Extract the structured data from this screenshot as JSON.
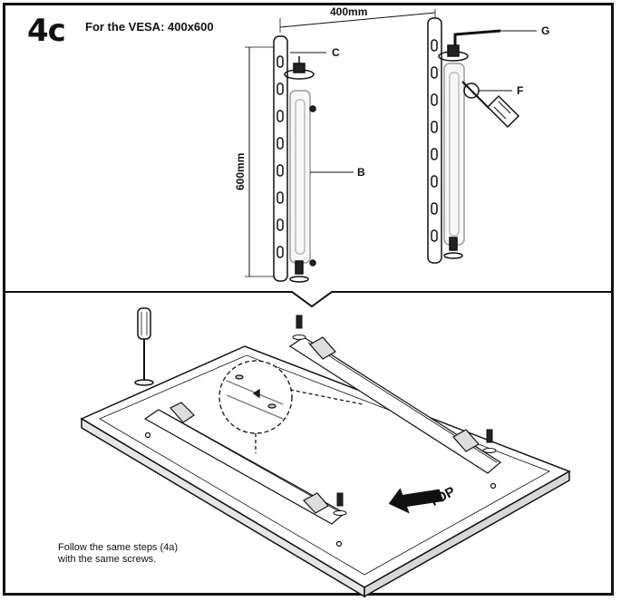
{
  "step": {
    "number": "4c",
    "title": "For the VESA: 400x600"
  },
  "dimensions": {
    "width": "400mm",
    "height": "600mm"
  },
  "labels": {
    "c": "C",
    "b": "B",
    "f": "F",
    "g": "G"
  },
  "bottom": {
    "top_label": "TOP",
    "caption_line1": "Follow the same steps (4a)",
    "caption_line2": "with the same screws."
  }
}
